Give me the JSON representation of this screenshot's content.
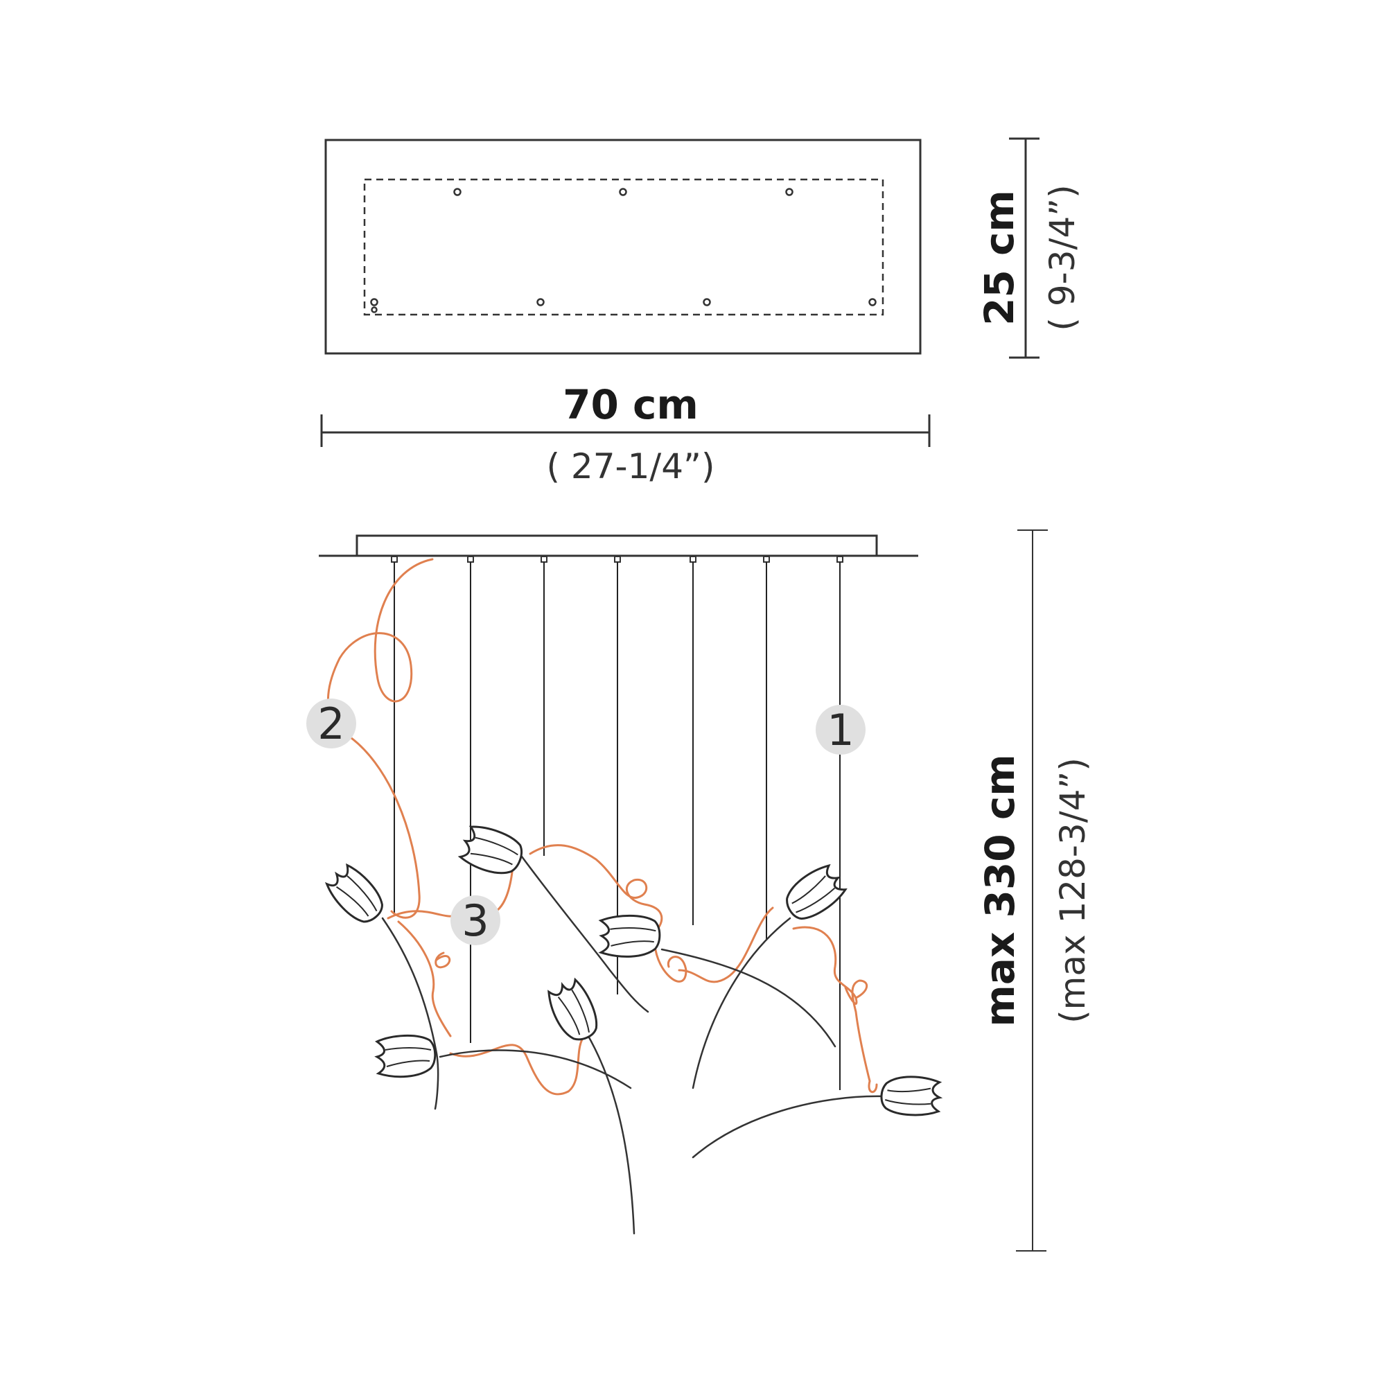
{
  "top_view": {
    "width_dimension": {
      "metric": "70 cm",
      "imperial": "( 27-1/4”)"
    },
    "depth_dimension": {
      "metric": "25 cm",
      "imperial": "( 9-3/4”)"
    }
  },
  "side_view": {
    "height_dimension": {
      "metric": "max 330 cm",
      "imperial": "(max 128-3/4”)"
    },
    "callouts": [
      {
        "label": "1",
        "part": "pendant cable"
      },
      {
        "label": "2",
        "part": "electric wire"
      },
      {
        "label": "3",
        "part": "tulip glass"
      }
    ]
  },
  "colors": {
    "line": "#333333",
    "wire": "#e0804f",
    "callout_fill": "#e0e0e0"
  }
}
